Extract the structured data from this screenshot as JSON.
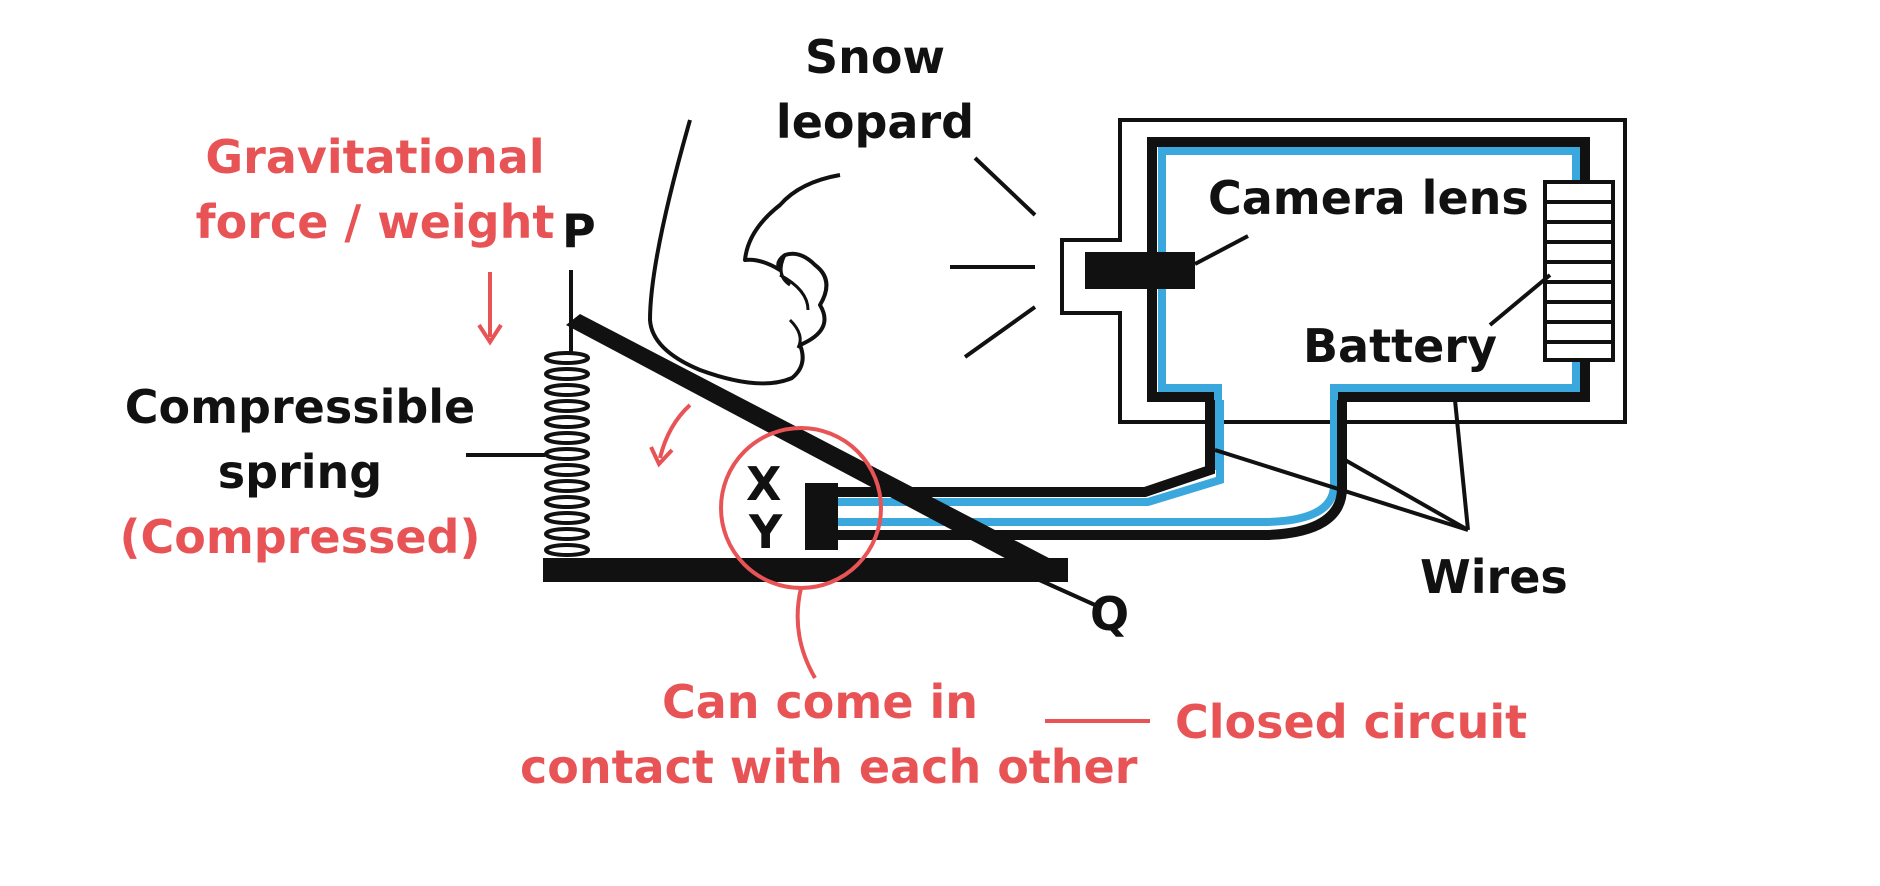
{
  "colors": {
    "ink": "#111111",
    "accent": "#e85456",
    "wire": "#3aa7dd",
    "background": "#ffffff"
  },
  "labels": {
    "snow_leopard_1": "Snow",
    "snow_leopard_2": "leopard",
    "gravitational_1": "Gravitational",
    "gravitational_2": "force / weight",
    "point_p": "P",
    "point_q": "Q",
    "spring_1": "Compressible",
    "spring_2": "spring",
    "spring_3": "(Compressed)",
    "contact_x": "X",
    "contact_y": "Y",
    "camera_lens": "Camera lens",
    "battery": "Battery",
    "wires": "Wires",
    "contact_1": "Can come in",
    "contact_2": "contact with each other",
    "closed_circuit": "Closed circuit"
  }
}
